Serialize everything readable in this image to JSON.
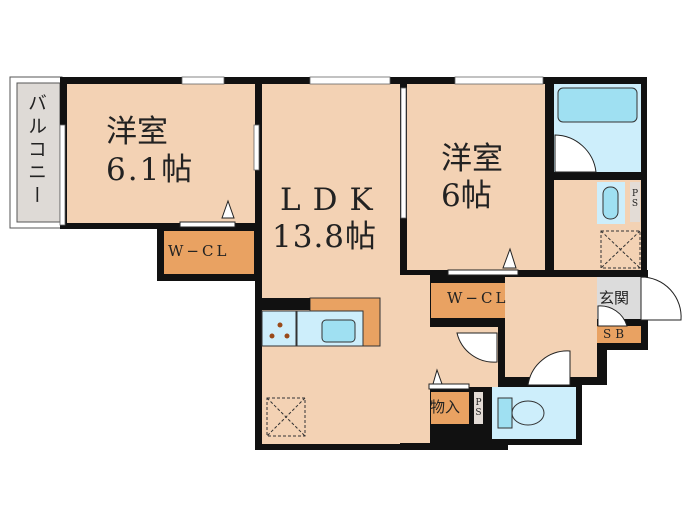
{
  "rooms": {
    "balcony": "バルコニー",
    "bedroom1": {
      "name": "洋室",
      "size": "6.1帖"
    },
    "closet1": "W−CL",
    "ldk": {
      "name": "LDK",
      "size": "13.8帖"
    },
    "bedroom2": {
      "name": "洋室",
      "size": "6帖"
    },
    "closet2": "W−CL",
    "entrance": "玄関",
    "shoe_box": "SB",
    "storage": "物入",
    "ps1": "PS",
    "ps2": "PS"
  },
  "colors": {
    "floor": "#f3d2b4",
    "closet": "#e9a262",
    "wall": "#111111",
    "water": "#cdeefb",
    "fixture": "#9fe0f2",
    "balcony": "#dedad6",
    "entrance": "#dcdcdc"
  }
}
